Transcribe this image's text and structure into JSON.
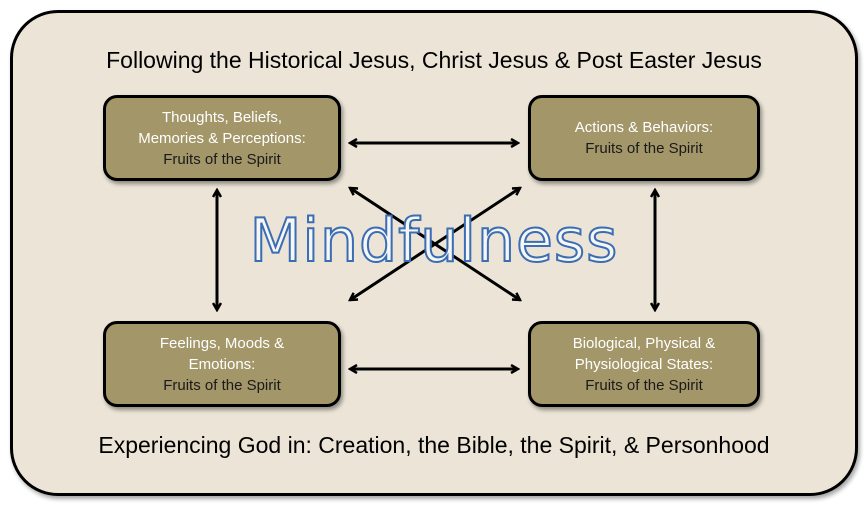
{
  "title_top": "Following the Historical Jesus, Christ Jesus & Post Easter Jesus",
  "title_bottom": "Experiencing God in: Creation, the Bible, the Spirit, & Personhood",
  "center_label": "Mindfulness",
  "boxes": {
    "top_left": {
      "line1": "Thoughts, Beliefs,",
      "line2": "Memories & Perceptions:",
      "sub": "Fruits of the Spirit"
    },
    "top_right": {
      "line1": "Actions & Behaviors:",
      "sub": "Fruits of the Spirit"
    },
    "bottom_left": {
      "line1": "Feelings, Moods &",
      "line2": "Emotions:",
      "sub": "Fruits of the Spirit"
    },
    "bottom_right": {
      "line1": "Biological,  Physical &",
      "line2": "Physiological States:",
      "sub": "Fruits of the Spirit"
    }
  },
  "colors": {
    "box": "#a39669",
    "background": "#ece5d7",
    "center_outline": "#3a6db4"
  }
}
